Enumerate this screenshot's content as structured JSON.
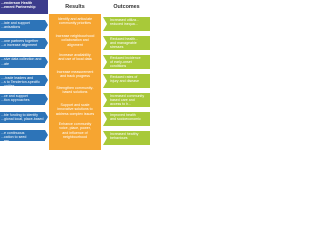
{
  "left": {
    "header": "...enderson Health\n...ement Partnership",
    "items": [
      "...iate and support\n...anisations",
      "...one partners together\n...o increase alignment",
      "...sive data collection and\n...ate",
      "...-trade leaders and\n...s to Tenderton-specific\n...unities",
      "...ce and support\n...tion approaches",
      "...ble funding to identify\n...gional local, place-based",
      "...e continuous\n...cation to seed\n...ers"
    ]
  },
  "middle": {
    "header": "Results",
    "items": [
      "Identify and articulate\ncommunity priorities",
      "Increase neighbourhood\ncollaboration and\nalignment",
      "Increase availability\nand use of local data",
      "Increase measurement\nand track progress",
      "Strengthen community-\nbased solutions",
      "Support and scale\ninnovative solutions to\naddress complex issues",
      "Enhance community\nvoice, place, power,\nand influence of\nneighbourhood"
    ]
  },
  "right": {
    "header": "Outcomes",
    "items": [
      "Increased utiliza...\nreduced inequa...",
      "Reduced health...\nand manageable\nstresses",
      "Reduced incidence\nof early-onset\nconditions",
      "Reduced rates of\ninjury and disease",
      "Increased community\nbased care and\naccess to h...",
      "Improved health\nand socioeconomic",
      "Increased healthy\nbehaviours"
    ]
  },
  "colors": {
    "left_header": "#3c3c8c",
    "left_box": "#2d74b8",
    "middle": "#f6a531",
    "right": "#a8c939"
  }
}
